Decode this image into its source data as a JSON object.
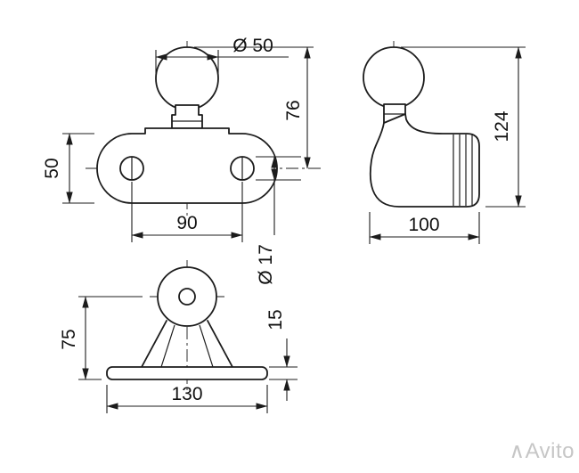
{
  "drawing": {
    "front_view": {
      "ball_diameter": "Ø 50",
      "body_height": "50",
      "hole_spacing": "90",
      "height_to_axis": "76",
      "hole_diameter": "Ø 17"
    },
    "side_view": {
      "overall_height": "124",
      "overall_depth": "100"
    },
    "bottom_view": {
      "height": "75",
      "base_thickness": "15",
      "base_width": "130"
    }
  },
  "watermark": {
    "logo": "∧",
    "label": "Avito"
  }
}
